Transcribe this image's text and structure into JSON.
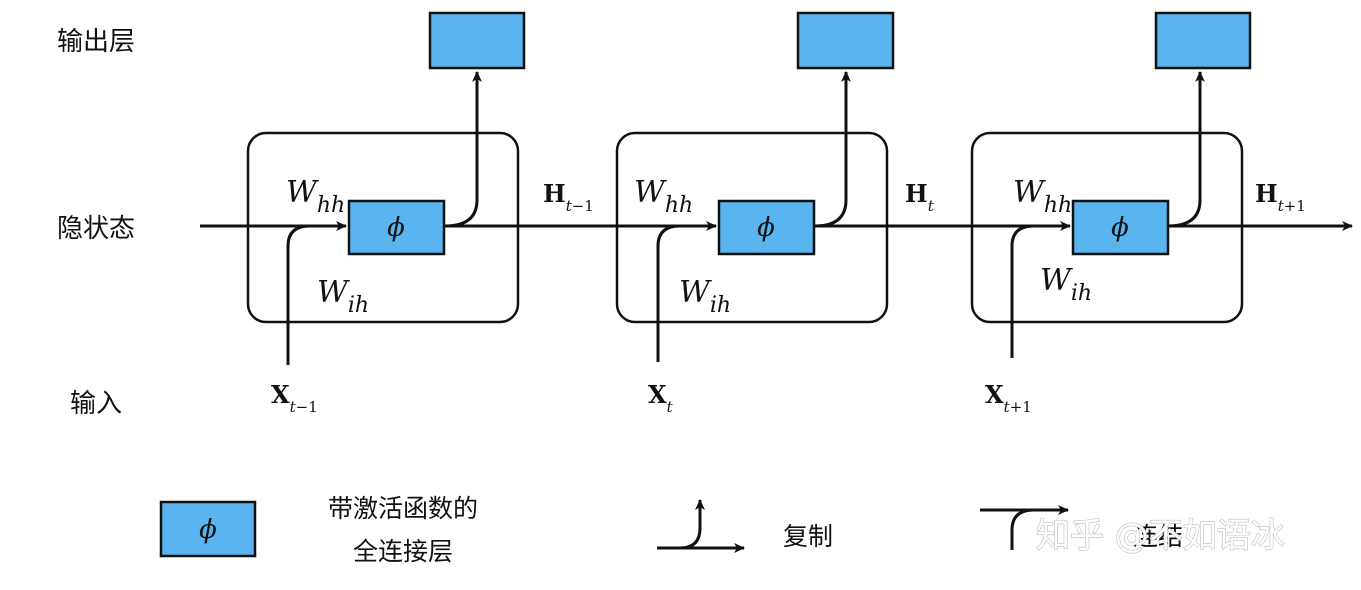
{
  "rows": {
    "output": "输出层",
    "hidden": "隐状态",
    "input": "输入"
  },
  "cell_symbol": "ϕ",
  "cells": [
    {
      "w_hh": "W",
      "w_hh_sub": "hh",
      "w_ih": "W",
      "w_ih_sub": "ih",
      "input_main": "X",
      "input_sub_t": "t",
      "input_sub_rest": "−1",
      "state_main": "H",
      "state_sub_t": "t",
      "state_sub_rest": "−1"
    },
    {
      "w_hh": "W",
      "w_hh_sub": "hh",
      "w_ih": "W",
      "w_ih_sub": "ih",
      "input_main": "X",
      "input_sub_t": "t",
      "input_sub_rest": "",
      "state_main": "H",
      "state_sub_t": "t",
      "state_sub_rest": ""
    },
    {
      "w_hh": "W",
      "w_hh_sub": "hh",
      "w_ih": "W",
      "w_ih_sub": "ih",
      "input_main": "X",
      "input_sub_t": "t",
      "input_sub_rest": "+1",
      "state_main": "H",
      "state_sub_t": "t",
      "state_sub_rest": "+1"
    }
  ],
  "legend": {
    "fc_line1": "带激活函数的",
    "fc_line2": "全连接层",
    "copy": "复制",
    "concat": "连结"
  },
  "watermark": "知乎 @不如语冰",
  "colors": {
    "box_fill": "#5ab4f0",
    "stroke": "#111111"
  }
}
